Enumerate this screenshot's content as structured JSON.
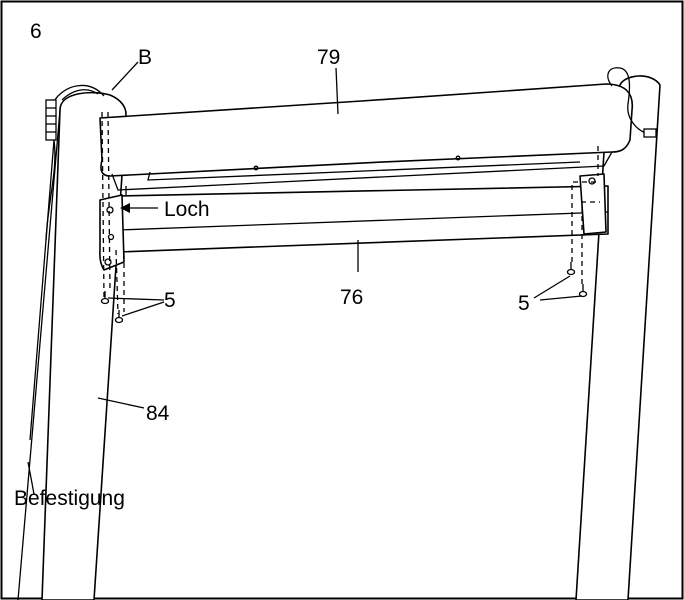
{
  "step_number": "6",
  "callouts": {
    "b": "B",
    "part_79": "79",
    "loch": "Loch",
    "part_76": "76",
    "part_5_left": "5",
    "part_5_right": "5",
    "part_84": "84",
    "befestigung": "Befestigung"
  },
  "colors": {
    "line": "#000000",
    "background": "#ffffff"
  }
}
